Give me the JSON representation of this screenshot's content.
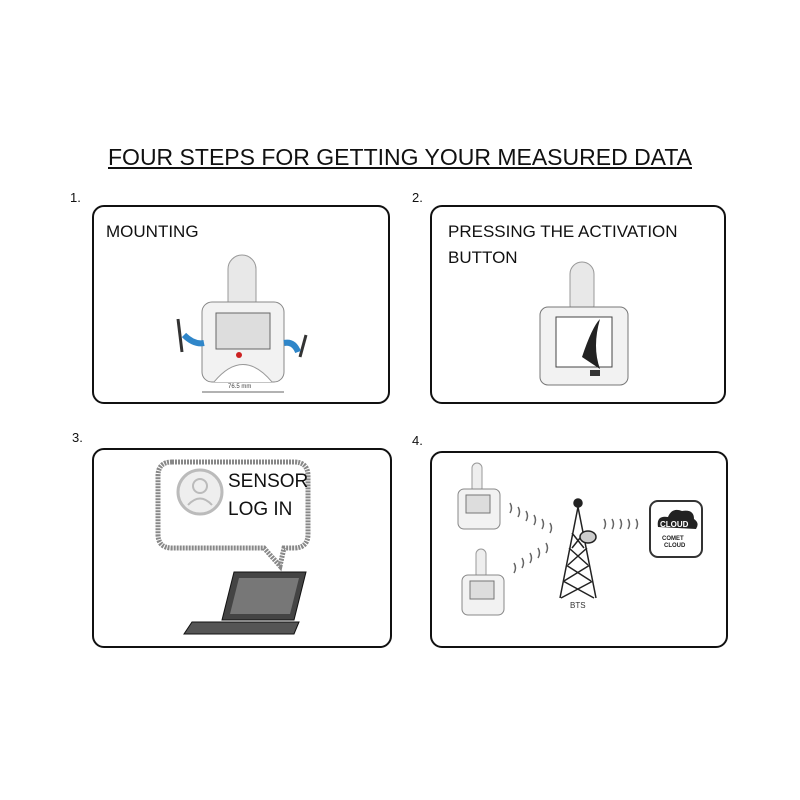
{
  "title": "FOUR STEPS FOR GETTING YOUR MEASURED DATA",
  "steps": [
    {
      "number": "1.",
      "label": "MOUNTING",
      "dimension": "76.5 mm"
    },
    {
      "number": "2.",
      "label": "PRESSING THE ACTIVATION BUTTON"
    },
    {
      "number": "3.",
      "bubble_line1": "SENSOR",
      "bubble_line2": "LOG IN"
    },
    {
      "number": "4.",
      "tower_label": "BTS",
      "cloud_label": "CLOUD",
      "cloud_caption1": "COMET",
      "cloud_caption2": "CLOUD"
    }
  ],
  "colors": {
    "arrow": "#2f86c9",
    "outline": "#111111"
  }
}
